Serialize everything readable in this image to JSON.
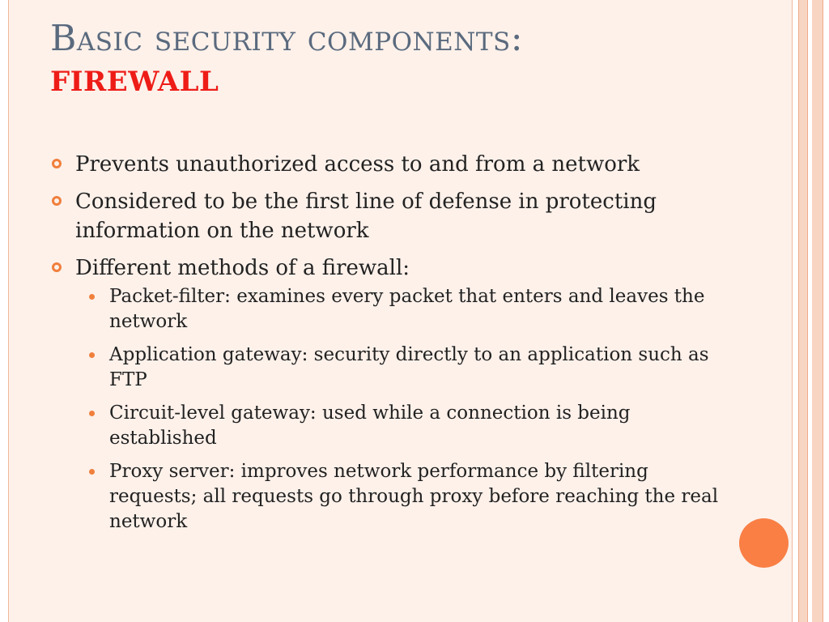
{
  "slide": {
    "title_main": "Basic security components:",
    "title_sub": "FIREWALL",
    "bullets": [
      {
        "text": "Prevents unauthorized access to and from a network"
      },
      {
        "text": "Considered to be the first line of defense in protecting information on the network"
      },
      {
        "text": "Different methods of a firewall:",
        "sub": [
          "Packet-filter:  examines every packet that enters and leaves the network",
          "Application gateway:  security directly to an application such as FTP",
          "Circuit-level gateway:  used while a connection is being established",
          "Proxy server:  improves network performance by filtering requests; all requests go through proxy before reaching the real network"
        ]
      }
    ]
  },
  "colors": {
    "title": "#5a6a7e",
    "subtitle": "#ee1c17",
    "accent": "#f07f3c",
    "background": "#fdf1ea",
    "stripe": "#f8d5c3"
  },
  "icons": {
    "level1_bullet": "orange-ring-bullet-icon",
    "level2_bullet": "orange-dot-bullet-icon",
    "decoration": "orange-circle-decoration"
  }
}
